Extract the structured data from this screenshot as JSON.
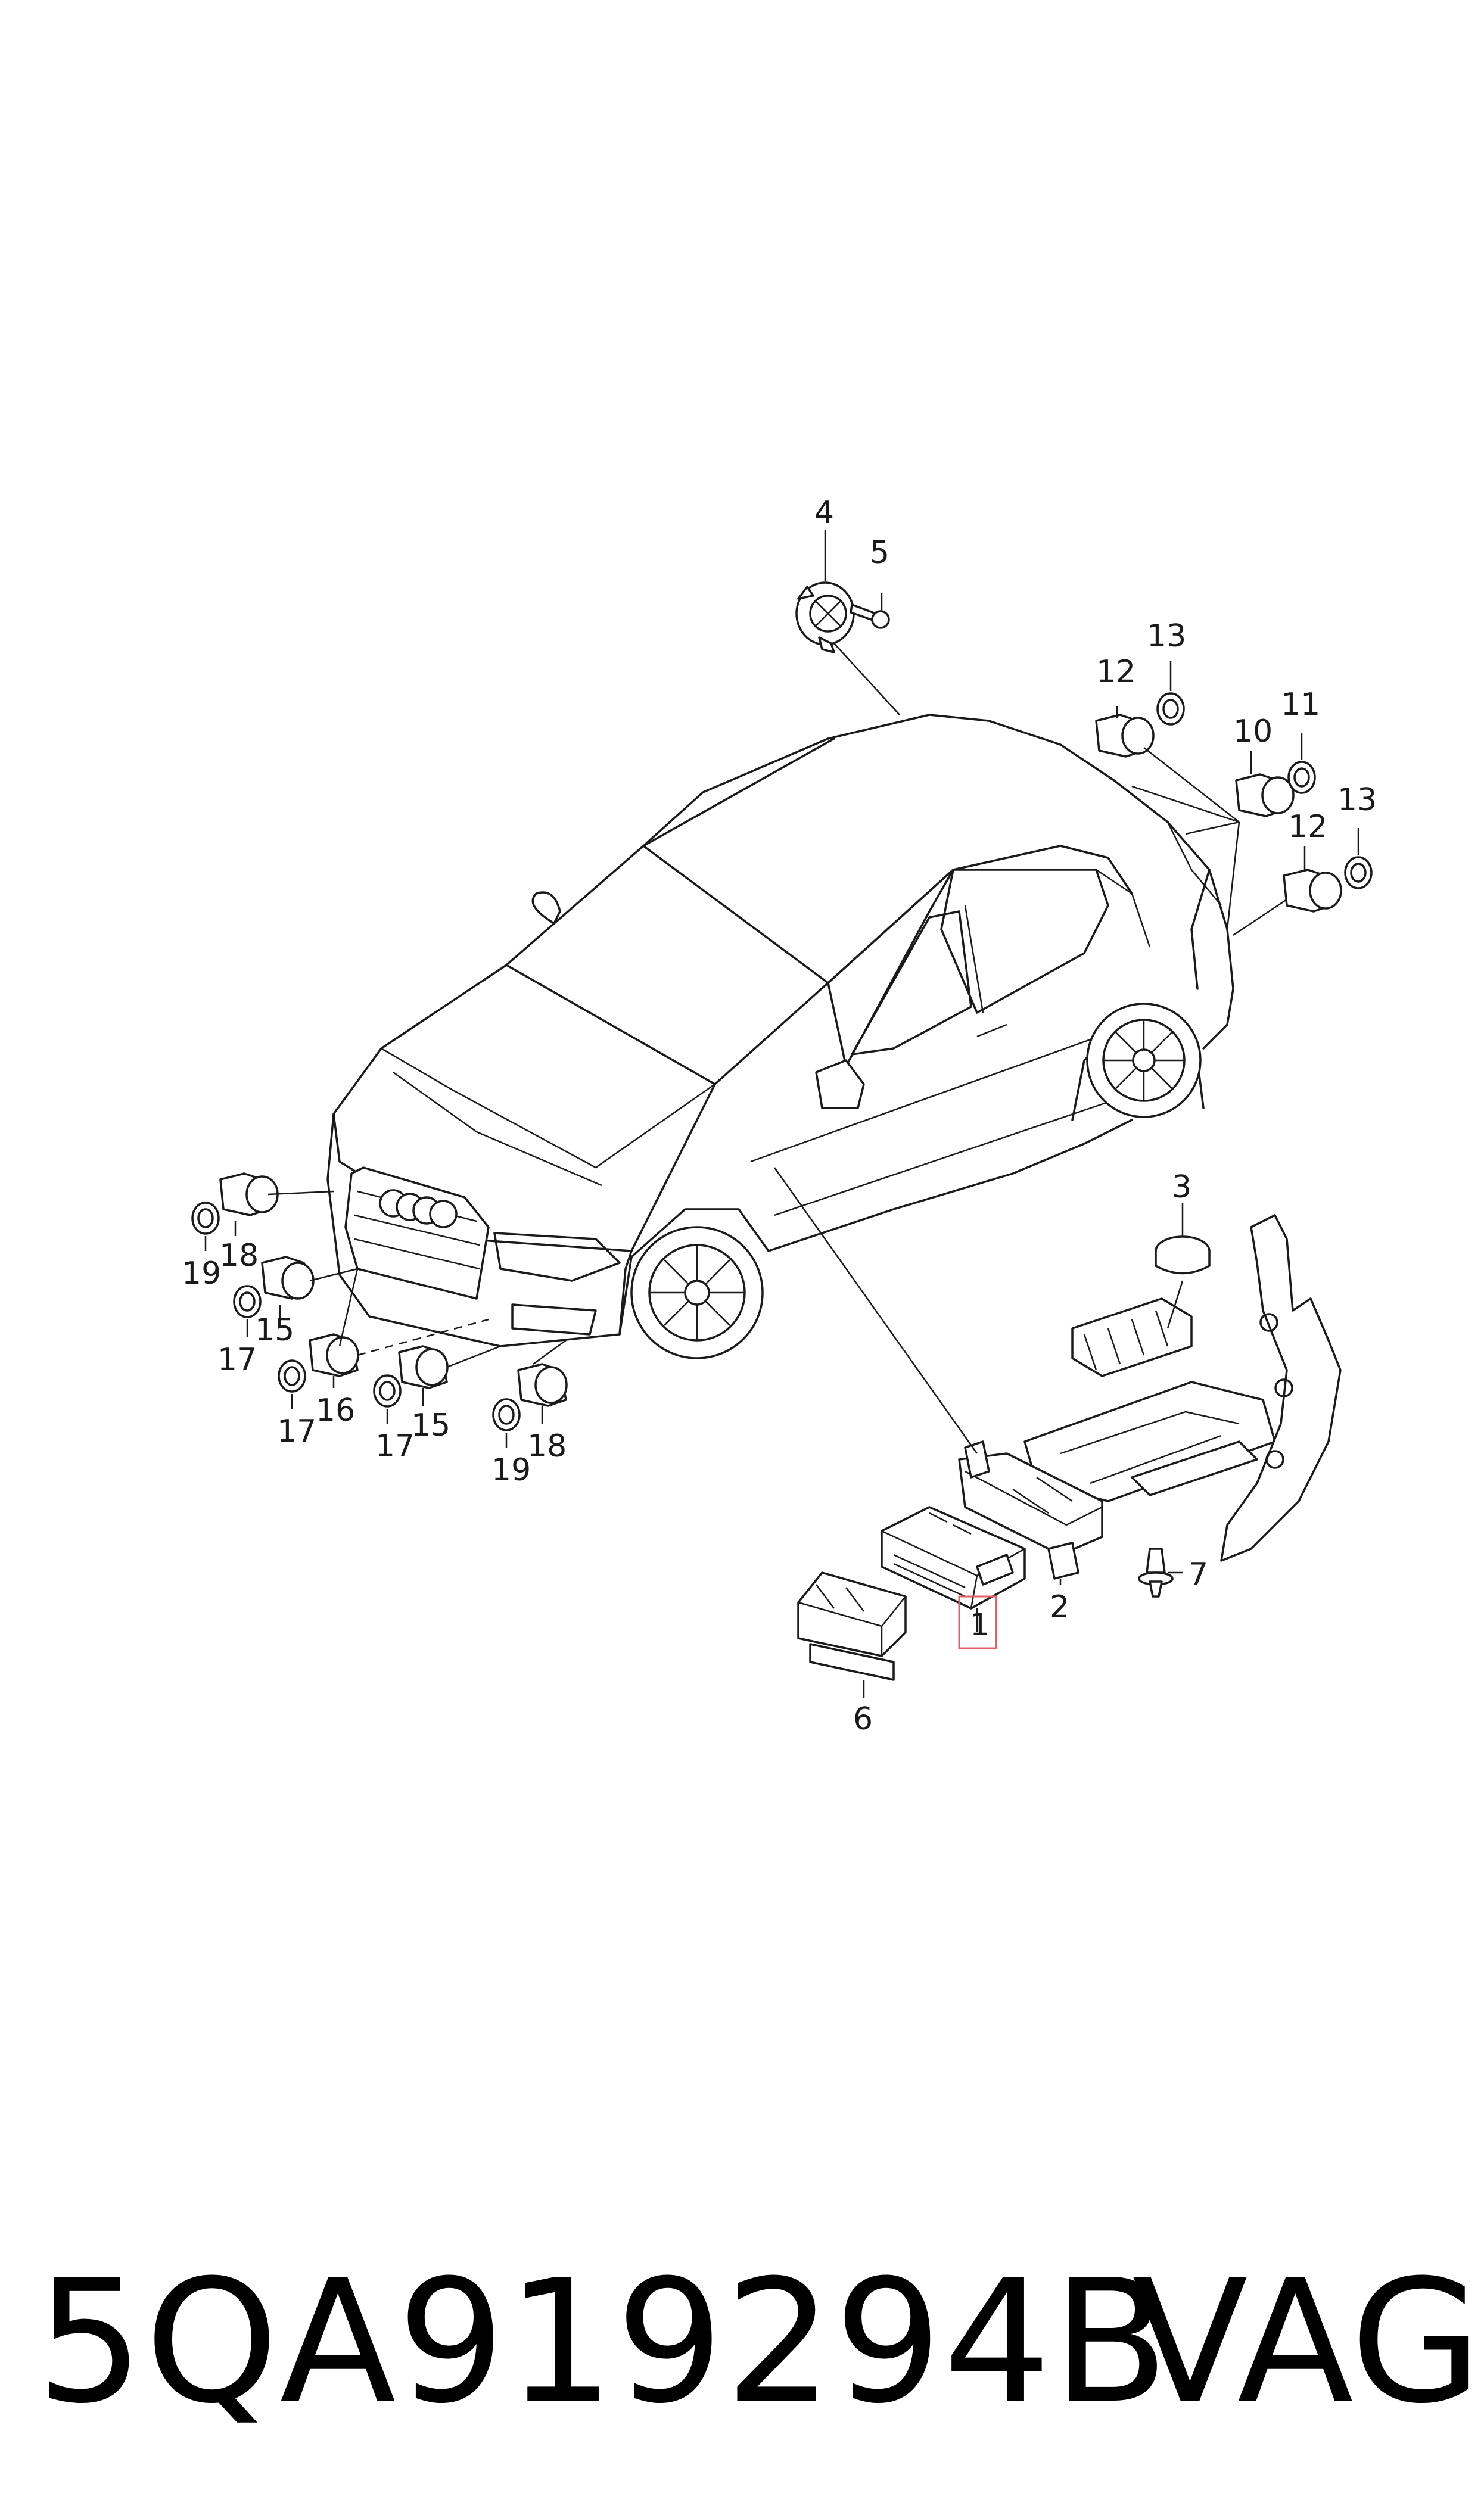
{
  "labels": {
    "l1": "1",
    "l2": "2",
    "l3": "3",
    "l4": "4",
    "l5": "5",
    "l6": "6",
    "l7": "7",
    "l10": "10",
    "l11": "11",
    "l12a": "12",
    "l12b": "12",
    "l13a": "13",
    "l13b": "13",
    "l15a": "15",
    "l15b": "15",
    "l16": "16",
    "l17a": "17",
    "l17b": "17",
    "l17c": "17",
    "l18a": "18",
    "l18b": "18",
    "l19a": "19",
    "l19b": "19"
  },
  "footer": {
    "part_number": "5QA919294B",
    "brand": "VAG"
  },
  "colors": {
    "line": "#1a1a1a",
    "highlight": "#e0606a",
    "background": "#ffffff"
  }
}
